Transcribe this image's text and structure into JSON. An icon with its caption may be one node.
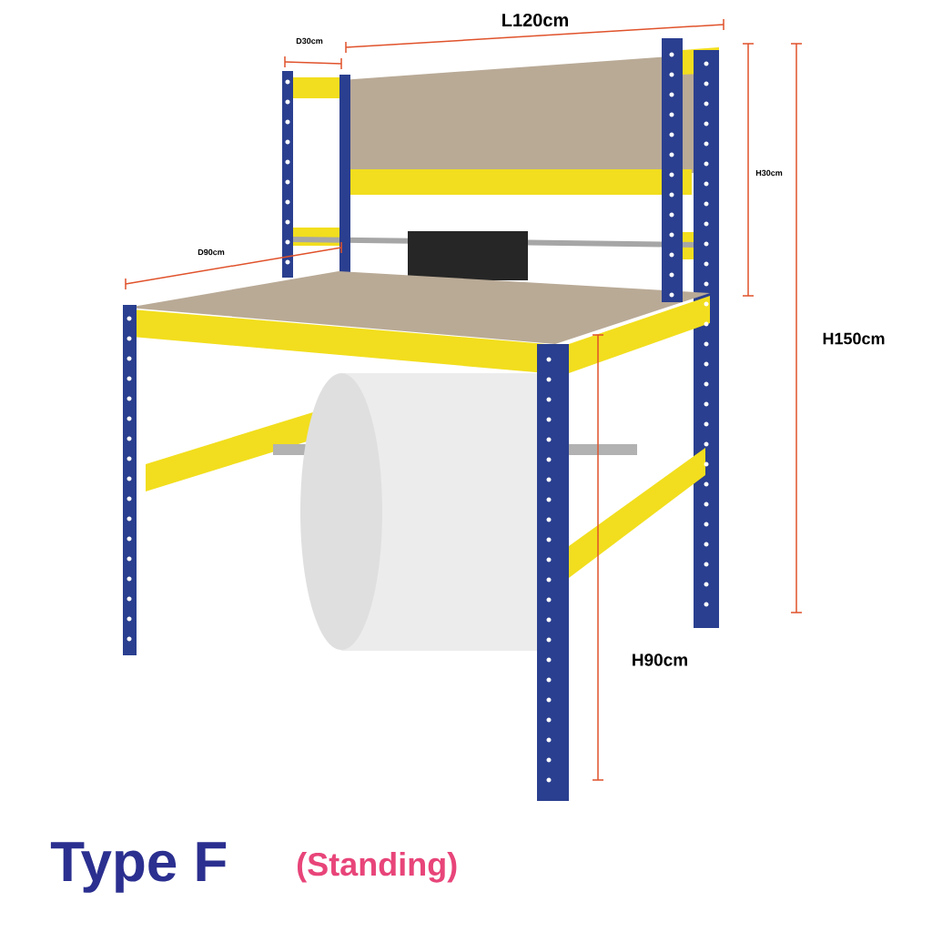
{
  "diagram": {
    "title": "Type F",
    "caption": "(Standing)",
    "labels": [
      "D30cm",
      "L120cm",
      "H30cm",
      "D90cm",
      "H150cm",
      "H90cm"
    ]
  }
}
